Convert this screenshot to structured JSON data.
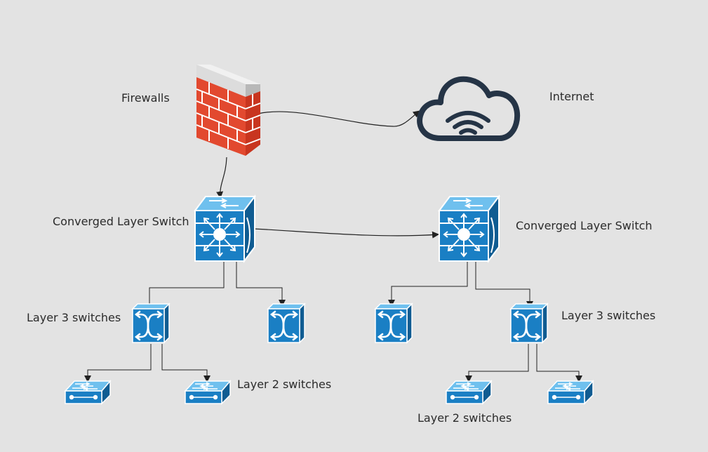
{
  "labels": {
    "firewalls": "Firewalls",
    "internet": "Internet",
    "converged_left": "Converged Layer Switch",
    "converged_right": "Converged Layer Switch",
    "layer3_left": "Layer 3 switches",
    "layer3_right": "Layer 3 switches",
    "layer2_left": "Layer 2 switches",
    "layer2_right": "Layer 2 switches"
  },
  "colors": {
    "background": "#e3e3e3",
    "device_blue": "#1a7fc4",
    "device_blue_dark": "#105c92",
    "device_blue_light": "#6fc0ee",
    "brick": "#e2492f",
    "cloud_stroke": "#253446",
    "line": "#222222",
    "text": "#2b2b2b"
  },
  "icons": {
    "firewall": "firewall-icon",
    "cloud": "cloud-wifi-icon",
    "converged_switch": "multilayer-switch-icon",
    "layer3_switch": "layer3-switch-icon",
    "layer2_switch": "layer2-switch-icon"
  }
}
